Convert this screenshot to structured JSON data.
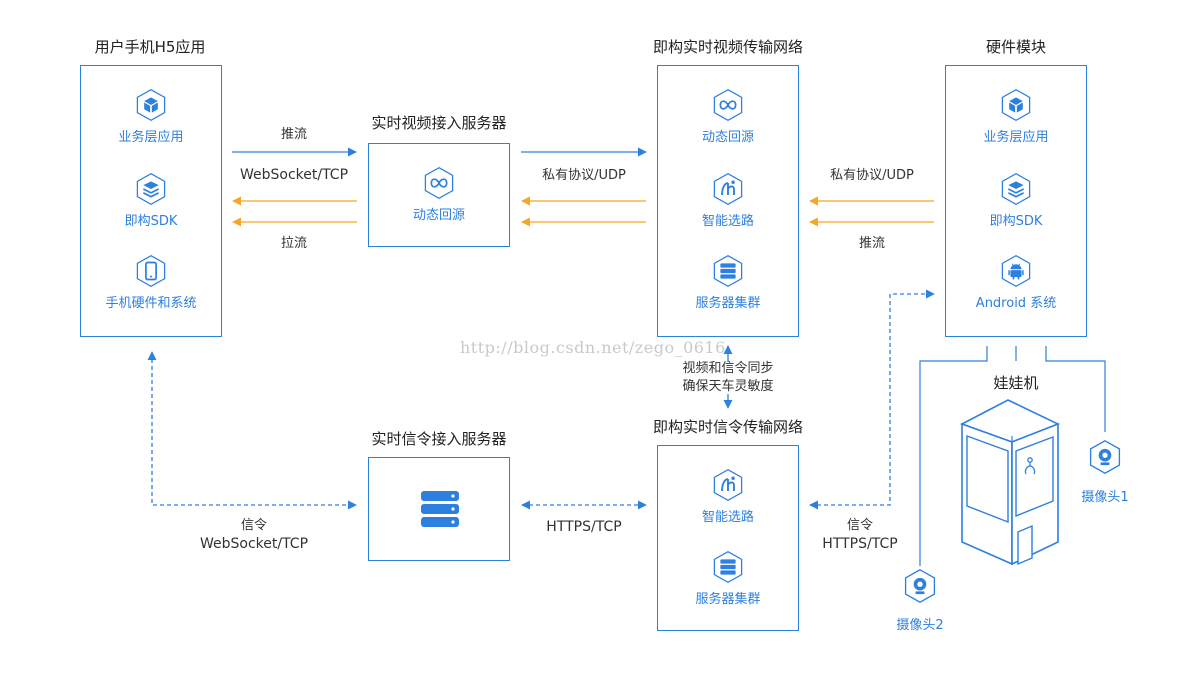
{
  "titles": {
    "h5_app": "用户手机H5应用",
    "video_server": "实时视频接入服务器",
    "video_network": "即构实时视频传输网络",
    "hardware": "硬件模块",
    "claw_machine": "娃娃机",
    "signal_server": "实时信令接入服务器",
    "signal_network": "即构实时信令传输网络"
  },
  "h5_app": {
    "items": [
      "业务层应用",
      "即构SDK",
      "手机硬件和系统"
    ]
  },
  "video_server": {
    "items": [
      "动态回源"
    ]
  },
  "video_network": {
    "items": [
      "动态回源",
      "智能选路",
      "服务器集群"
    ]
  },
  "hardware": {
    "items": [
      "业务层应用",
      "即构SDK",
      "Android 系统"
    ]
  },
  "signal_network": {
    "items": [
      "智能选路",
      "服务器集群"
    ]
  },
  "labels": {
    "push1": "推流",
    "ws1": "WebSocket/TCP",
    "pull1": "拉流",
    "private1": "私有协议/UDP",
    "private2": "私有协议/UDP",
    "push2": "推流",
    "sync_line1": "视频和信令同步",
    "sync_line2": "确保天车灵敏度",
    "signal1": "信令",
    "ws2": "WebSocket/TCP",
    "https1": "HTTPS/TCP",
    "signal2": "信令",
    "https2": "HTTPS/TCP"
  },
  "cameras": {
    "cam1": "摄像头1",
    "cam2": "摄像头2"
  },
  "watermark": "http://blog.csdn.net/zego_0616",
  "colors": {
    "blue": "#2d7fe0",
    "orange": "#f5a623",
    "text": "#333333"
  }
}
